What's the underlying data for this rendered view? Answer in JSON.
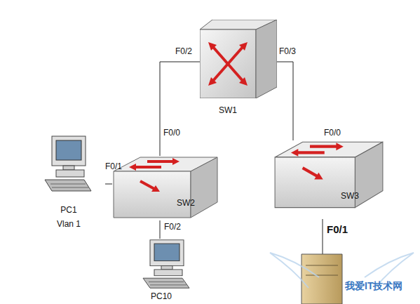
{
  "diagram": {
    "nodes": [
      {
        "text": [
          "SW1"
        ]
      },
      {
        "text": [
          "PC1",
          "Vlan 1"
        ]
      },
      {
        "text": [
          "SW2"
        ]
      },
      {
        "text": [
          "SW3"
        ]
      },
      {
        "text": [
          "PC10"
        ]
      }
    ],
    "edges": [
      {
        "from": 0,
        "to": 2,
        "arrow": "none"
      },
      {
        "from": 0,
        "to": 3,
        "arrow": "none"
      },
      {
        "from": 1,
        "to": 2,
        "arrow": "none"
      },
      {
        "from": 2,
        "to": 4,
        "arrow": "none"
      }
    ],
    "labels": [
      "F0/2",
      "F0/3",
      "F0/0",
      "F0/1",
      "F0/2",
      "F0/0",
      "F0/1",
      "我爱IT技术网"
    ]
  }
}
